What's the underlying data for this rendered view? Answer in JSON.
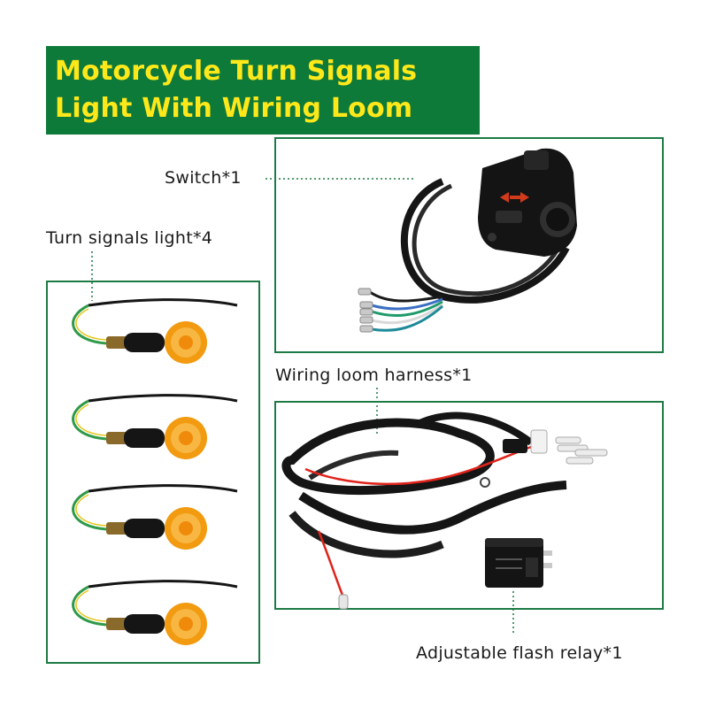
{
  "banner": {
    "line1": "Motorcycle Turn Signals",
    "line2": "Light With Wiring Loom",
    "background": "#0d7a3a",
    "text_color": "#ffe81a"
  },
  "labels": {
    "switch": "Switch*1",
    "turn_signals": "Turn signals light*4",
    "harness": "Wiring loom harness*1",
    "relay": "Adjustable flash relay*1"
  },
  "colors": {
    "frame": "#1c7a44",
    "leader": "#1c7a44",
    "amber_lens": "#f29a10"
  }
}
